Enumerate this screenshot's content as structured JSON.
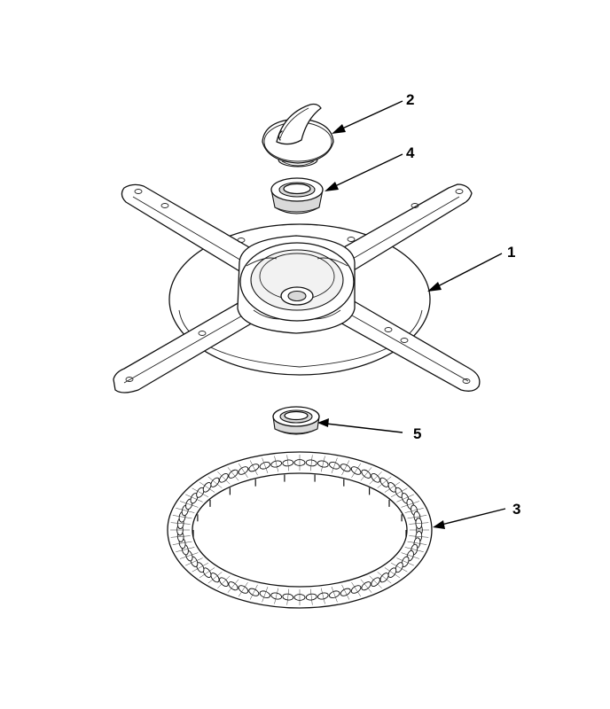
{
  "callouts": {
    "part_1": "1",
    "part_2": "2",
    "part_3": "3",
    "part_4": "4",
    "part_5": "5"
  },
  "colors": {
    "line": "#111111",
    "background": "#ffffff",
    "shading": "#d9d9d9"
  }
}
